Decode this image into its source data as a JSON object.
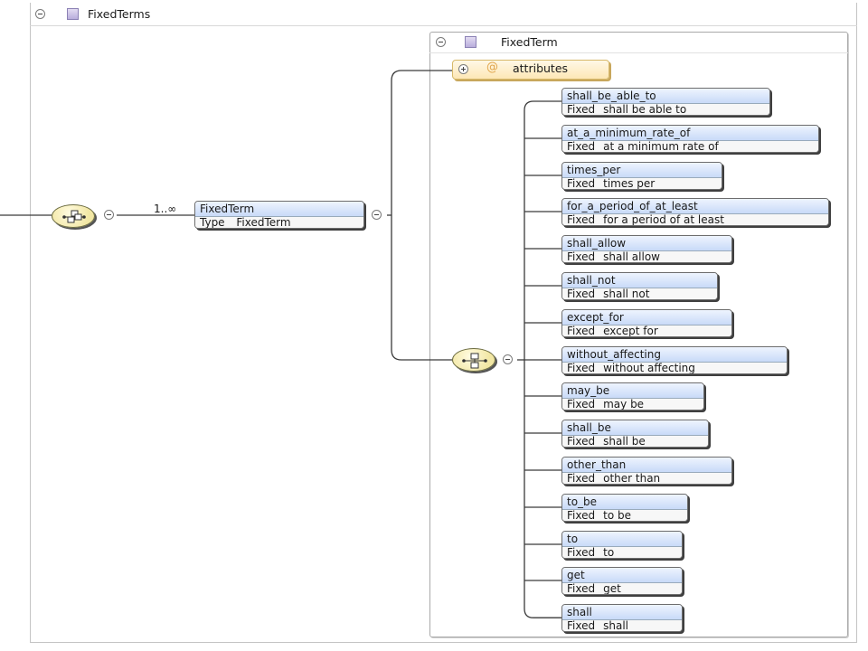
{
  "root": {
    "title": "FixedTerms"
  },
  "element": {
    "name": "FixedTerm",
    "type_key": "Type",
    "type_value": "FixedTerm",
    "occurrence": "1..∞"
  },
  "complex_type": {
    "title": "FixedTerm",
    "attributes_label": "attributes",
    "attributes_symbol": "@"
  },
  "fixed_key": "Fixed",
  "children": [
    {
      "name": "shall_be_able_to",
      "value": "shall be able to"
    },
    {
      "name": "at_a_minimum_rate_of",
      "value": "at a minimum rate of"
    },
    {
      "name": "times_per",
      "value": "times per"
    },
    {
      "name": "for_a_period_of_at_least",
      "value": "for a period of at least"
    },
    {
      "name": "shall_allow",
      "value": "shall allow"
    },
    {
      "name": "shall_not",
      "value": "shall not"
    },
    {
      "name": "except_for",
      "value": "except for"
    },
    {
      "name": "without_affecting",
      "value": "without affecting"
    },
    {
      "name": "may_be",
      "value": "may be"
    },
    {
      "name": "shall_be",
      "value": "shall be"
    },
    {
      "name": "other_than",
      "value": "other than"
    },
    {
      "name": "to_be",
      "value": "to be"
    },
    {
      "name": "to",
      "value": "to"
    },
    {
      "name": "get",
      "value": "get"
    },
    {
      "name": "shall",
      "value": "shall"
    }
  ],
  "colors": {
    "element_header": "#c8daf8",
    "attribute_fill": "#fde7b6",
    "compositor_fill": "#f2e7a4",
    "type_icon": "#b9aedc"
  }
}
